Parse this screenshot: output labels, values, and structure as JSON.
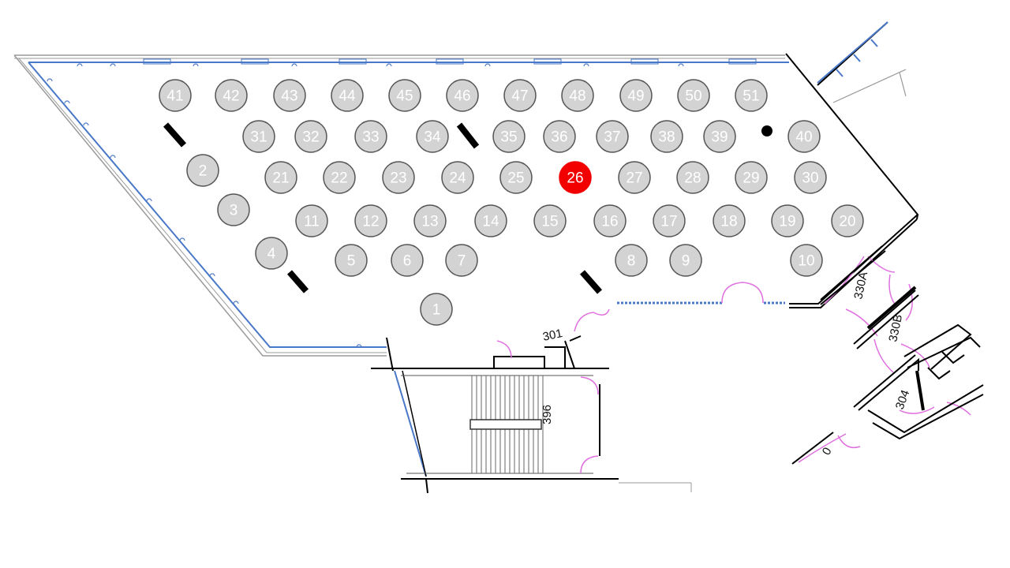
{
  "floor_plan": {
    "selected_seat": "26",
    "colors": {
      "seat_fill": "#d3d3d3",
      "seat_stroke": "#555555",
      "seat_text": "#ffffff",
      "selected_fill": "#f20000",
      "wall": "#000000",
      "window": "#4a78c8",
      "door": "#e070e0"
    },
    "seats": [
      {
        "id": "1"
      },
      {
        "id": "2"
      },
      {
        "id": "3"
      },
      {
        "id": "4"
      },
      {
        "id": "5"
      },
      {
        "id": "6"
      },
      {
        "id": "7"
      },
      {
        "id": "8"
      },
      {
        "id": "9"
      },
      {
        "id": "10"
      },
      {
        "id": "11"
      },
      {
        "id": "12"
      },
      {
        "id": "13"
      },
      {
        "id": "14"
      },
      {
        "id": "15"
      },
      {
        "id": "16"
      },
      {
        "id": "17"
      },
      {
        "id": "18"
      },
      {
        "id": "19"
      },
      {
        "id": "20"
      },
      {
        "id": "21"
      },
      {
        "id": "22"
      },
      {
        "id": "23"
      },
      {
        "id": "24"
      },
      {
        "id": "25"
      },
      {
        "id": "26"
      },
      {
        "id": "27"
      },
      {
        "id": "28"
      },
      {
        "id": "29"
      },
      {
        "id": "30"
      },
      {
        "id": "31"
      },
      {
        "id": "32"
      },
      {
        "id": "33"
      },
      {
        "id": "34"
      },
      {
        "id": "35"
      },
      {
        "id": "36"
      },
      {
        "id": "37"
      },
      {
        "id": "38"
      },
      {
        "id": "39"
      },
      {
        "id": "40"
      },
      {
        "id": "41"
      },
      {
        "id": "42"
      },
      {
        "id": "43"
      },
      {
        "id": "44"
      },
      {
        "id": "45"
      },
      {
        "id": "46"
      },
      {
        "id": "47"
      },
      {
        "id": "48"
      },
      {
        "id": "49"
      },
      {
        "id": "50"
      },
      {
        "id": "51"
      }
    ],
    "room_labels": {
      "r301": "301",
      "r330a": "330A",
      "r330b": "330B",
      "r396": "396",
      "r304": "304",
      "r0": "0"
    }
  }
}
